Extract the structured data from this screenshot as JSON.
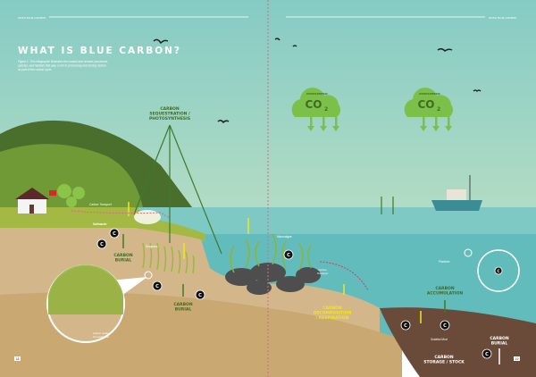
{
  "header": {
    "left_running_title": "WASH BLUE CARBON",
    "right_running_title": "WASH BLUE CARBON"
  },
  "title": "WHAT IS BLUE CARBON?",
  "caption": [
    "Figure 1. This infographic illustrates the coastal and oceanic processes,",
    "species, and habitats that play a role in processing and storing carbon",
    "as part of the carbon cycle."
  ],
  "labels": {
    "sequestration": [
      "CARBON",
      "SEQUESTRATION /",
      "PHOTOSYNTHESIS"
    ],
    "carbon_transport_land": "Carbon Transport",
    "saltmarsh": "Saltmarsh",
    "seagrass": "Seagrass",
    "macroalgae": "Macroalgae",
    "carbon_transport_sea": [
      "Carbon",
      "Transport"
    ],
    "plankton": "Plankton",
    "burial_1": [
      "CARBON",
      "BURIAL"
    ],
    "burial_2": [
      "CARBON",
      "BURIAL"
    ],
    "burial_3": [
      "CARBON",
      "BURIAL"
    ],
    "decomposition": [
      "CARBON",
      "DECOMPOSITION",
      "/ RESPIRATION"
    ],
    "accumulation": [
      "CARBON",
      "ACCUMULATION"
    ],
    "subtidal_mud": "Subtidal Mud",
    "storage": [
      "CARBON",
      "STORAGE / STOCK"
    ],
    "uptake": [
      "Carbon uptake",
      "into sediments"
    ],
    "cloud_top": "ATMOSPHERIC",
    "cloud_main": "CO",
    "cloud_sub": "2",
    "carbon_symbol": "C"
  },
  "page_numbers": {
    "left": "18",
    "right": "19"
  },
  "colors": {
    "sky": "#88cdc5",
    "sea": "#6cc0bf",
    "sand": "#d2b588",
    "mud": "#6a4a38",
    "green": "#7dbd45",
    "label_green": "#3f6b25",
    "yellow": "#f3e51c"
  }
}
